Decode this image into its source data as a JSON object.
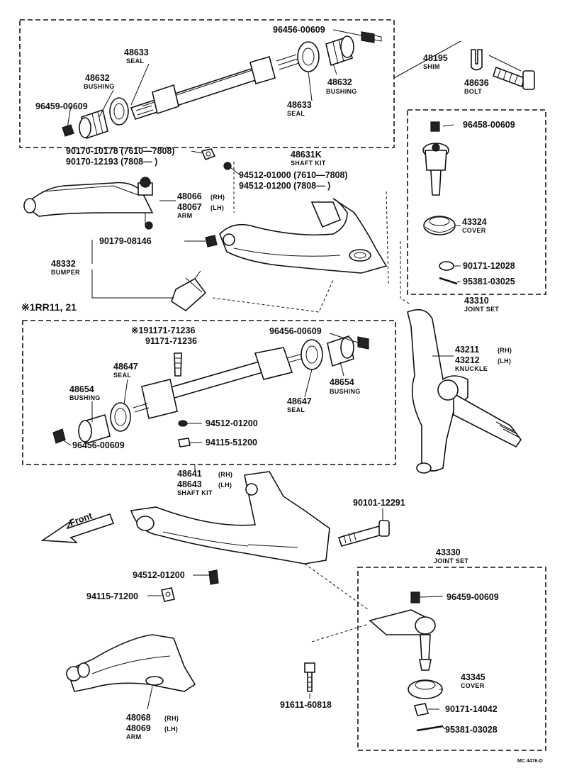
{
  "callouts": {
    "c96456_top": {
      "pn": "96456-00609"
    },
    "c48633_top": {
      "pn": "48633",
      "sub": "SEAL"
    },
    "c48195": {
      "pn": "48195",
      "sub": "SHIM"
    },
    "c48632_left": {
      "pn": "48632",
      "sub": "BUSHING"
    },
    "c48632_right": {
      "pn": "48632",
      "sub": "BUSHING"
    },
    "c48636": {
      "pn": "48636",
      "sub": "BOLT"
    },
    "c96459_top": {
      "pn": "96459-00609"
    },
    "c48633_mid": {
      "pn": "48633",
      "sub": "SEAL"
    },
    "c90170_a": {
      "pn": "90170-10178 (7610—7808)"
    },
    "c90170_b": {
      "pn": "90170-12193 (7808—         )"
    },
    "c48631K": {
      "pn": "48631K",
      "sub": "SHAFT KIT"
    },
    "c96458": {
      "pn": "96458-00609"
    },
    "c94512_a": {
      "pn": "94512-01000 (7610—7808)"
    },
    "c94512_b": {
      "pn": "94512-01200 (7808—        )"
    },
    "c48066": {
      "pn": "48066",
      "tag": "(RH)"
    },
    "c48067": {
      "pn": "48067",
      "tag": "(LH)",
      "sub": "ARM"
    },
    "c43324": {
      "pn": "43324",
      "sub": "COVER"
    },
    "c90179": {
      "pn": "90179-08146"
    },
    "c48332": {
      "pn": "48332",
      "sub": "BUMPER"
    },
    "c90171_12028": {
      "pn": "90171-12028"
    },
    "c95381_03025": {
      "pn": "95381-03025"
    },
    "c43310": {
      "pn": "43310",
      "sub": "JOINT SET"
    },
    "note_rr": {
      "text": "※1RR11, 21"
    },
    "c191171": {
      "pn": "※191171-71236"
    },
    "c91171": {
      "pn": "91171-71236"
    },
    "c96456_mid": {
      "pn": "96456-00609"
    },
    "c43211": {
      "pn": "43211",
      "tag": "(RH)"
    },
    "c43212": {
      "pn": "43212",
      "tag": "(LH)",
      "sub": "KNUCKLE"
    },
    "c48647_left": {
      "pn": "48647",
      "sub": "SEAL"
    },
    "c48654_left": {
      "pn": "48654",
      "sub": "BUSHING"
    },
    "c48654_right": {
      "pn": "48654",
      "sub": "BUSHING"
    },
    "c48647_right": {
      "pn": "48647",
      "sub": "SEAL"
    },
    "c94512_01200_mid": {
      "pn": "94512-01200"
    },
    "c96456_low": {
      "pn": "96456-00609"
    },
    "c94115_51200": {
      "pn": "94115-51200"
    },
    "c48641": {
      "pn": "48641",
      "tag": "(RH)"
    },
    "c48643": {
      "pn": "48643",
      "tag": "(LH)",
      "sub": "SHAFT KIT"
    },
    "front": {
      "text": "Front"
    },
    "c90101": {
      "pn": "90101-12291"
    },
    "c43330": {
      "pn": "43330",
      "sub": "JOINT SET"
    },
    "c94512_01200_low": {
      "pn": "94512-01200"
    },
    "c94115_71200": {
      "pn": "94115-71200"
    },
    "c96459_low": {
      "pn": "96459-00609"
    },
    "c43345": {
      "pn": "43345",
      "sub": "COVER"
    },
    "c91611": {
      "pn": "91611-60818"
    },
    "c90171_14042": {
      "pn": "90171-14042"
    },
    "c48068": {
      "pn": "48068",
      "tag": "(RH)"
    },
    "c48069": {
      "pn": "48069",
      "tag": "(LH)",
      "sub": "ARM"
    },
    "c95381_03028": {
      "pn": "95381-03028"
    },
    "code": {
      "text": "MC 4476-D"
    }
  }
}
